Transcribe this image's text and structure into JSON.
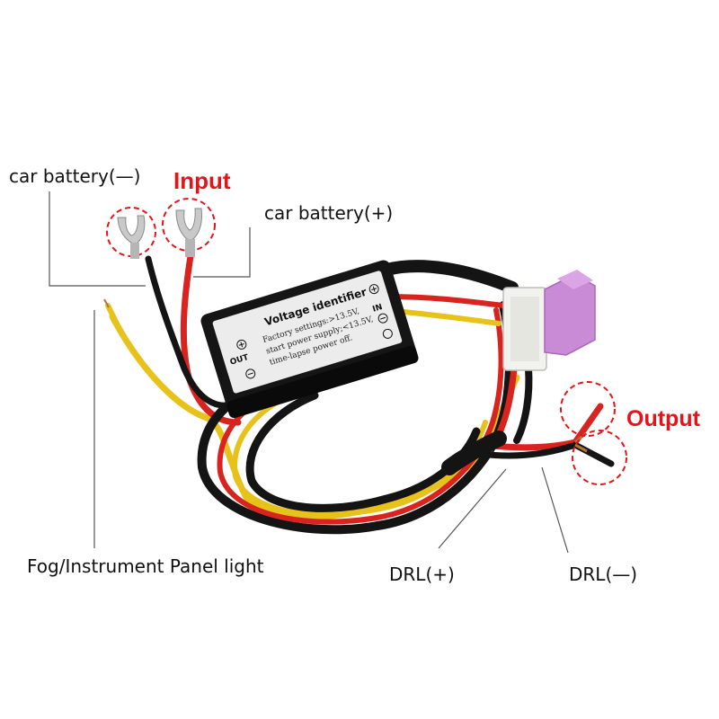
{
  "labels": {
    "battery_neg": "car battery(—)",
    "input": "Input",
    "battery_pos": "car battery(+)",
    "output": "Output",
    "fog_panel": "Fog/Instrument Panel light",
    "drl_pos": "DRL(+)",
    "drl_neg": "DRL(—)"
  },
  "module": {
    "title": "Voltage identifier",
    "line1": "Factory settings:>13.5V,",
    "line2": "start power supply;<13.5V,",
    "line3": "time-lapse power off.",
    "out_label": "OUT",
    "in_label": "IN"
  },
  "colors": {
    "accent": "#e4141b",
    "wire_red": "#d8231f",
    "wire_yellow": "#e6c21a",
    "wire_black": "#141414",
    "fuse": "#c98ad6",
    "dashed_circle": "#e4141b"
  }
}
